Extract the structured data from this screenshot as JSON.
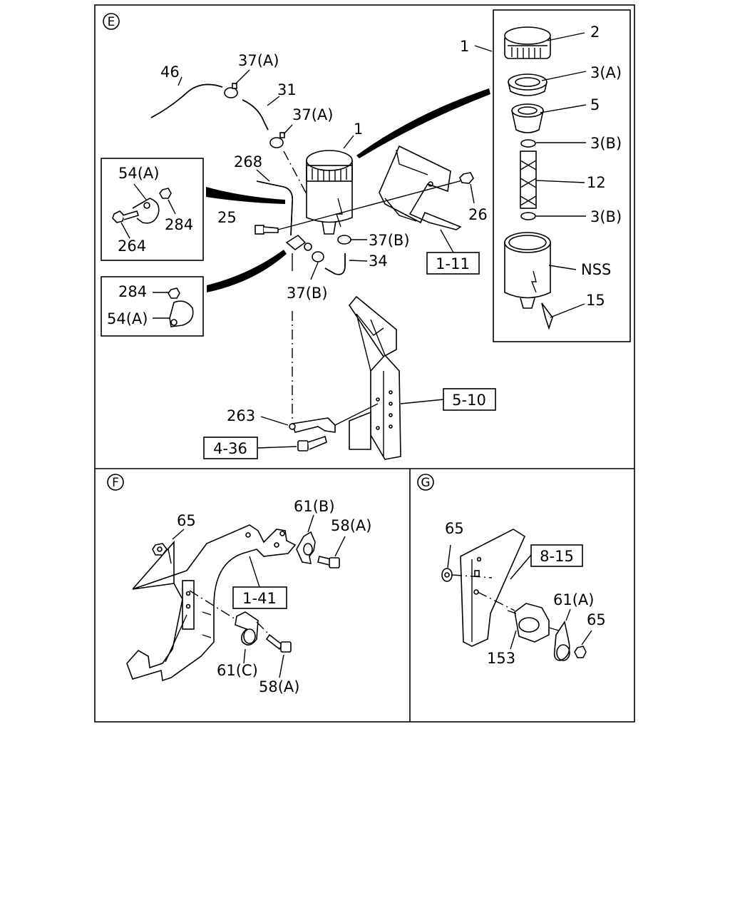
{
  "sections": {
    "E": "E",
    "F": "F",
    "G": "G"
  },
  "refs": {
    "r1_11": "1-11",
    "r5_10": "5-10",
    "r4_36": "4-36",
    "r1_41": "1-41",
    "r8_15": "8-15"
  },
  "labels": {
    "e_1_exploded": "1",
    "e_2": "2",
    "e_3a": "3(A)",
    "e_5": "5",
    "e_3b_1": "3(B)",
    "e_12": "12",
    "e_3b_2": "3(B)",
    "e_nss": "NSS",
    "e_15": "15",
    "e_46": "46",
    "e_37a_1": "37(A)",
    "e_31": "31",
    "e_37a_2": "37(A)",
    "e_1_tank": "1",
    "e_268": "268",
    "e_25": "25",
    "e_26": "26",
    "e_37b_1": "37(B)",
    "e_34": "34",
    "e_37b_2": "37(B)",
    "e_54a_1": "54(A)",
    "e_284_1": "284",
    "e_264": "264",
    "e_284_2": "284",
    "e_54a_2": "54(A)",
    "e_263": "263",
    "f_65": "65",
    "f_61b": "61(B)",
    "f_58a_1": "58(A)",
    "f_61c": "61(C)",
    "f_58a_2": "58(A)",
    "g_65_1": "65",
    "g_61a": "61(A)",
    "g_65_2": "65",
    "g_153": "153"
  }
}
